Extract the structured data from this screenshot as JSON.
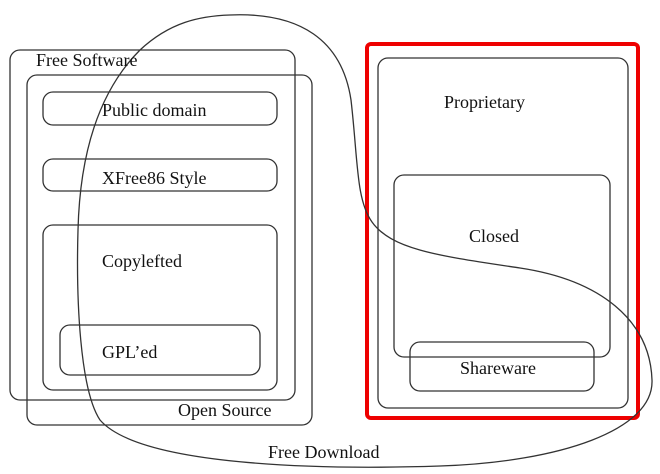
{
  "diagram": {
    "labels": {
      "free_software": "Free Software",
      "open_source": "Open Source",
      "public_domain": "Public domain",
      "xfree86_style": "XFree86 Style",
      "copylefted": "Copylefted",
      "gpled": "GPL’ed",
      "proprietary": "Proprietary",
      "closed": "Closed",
      "shareware": "Shareware",
      "free_download": "Free Download"
    },
    "highlight_color": "#ee0000"
  }
}
